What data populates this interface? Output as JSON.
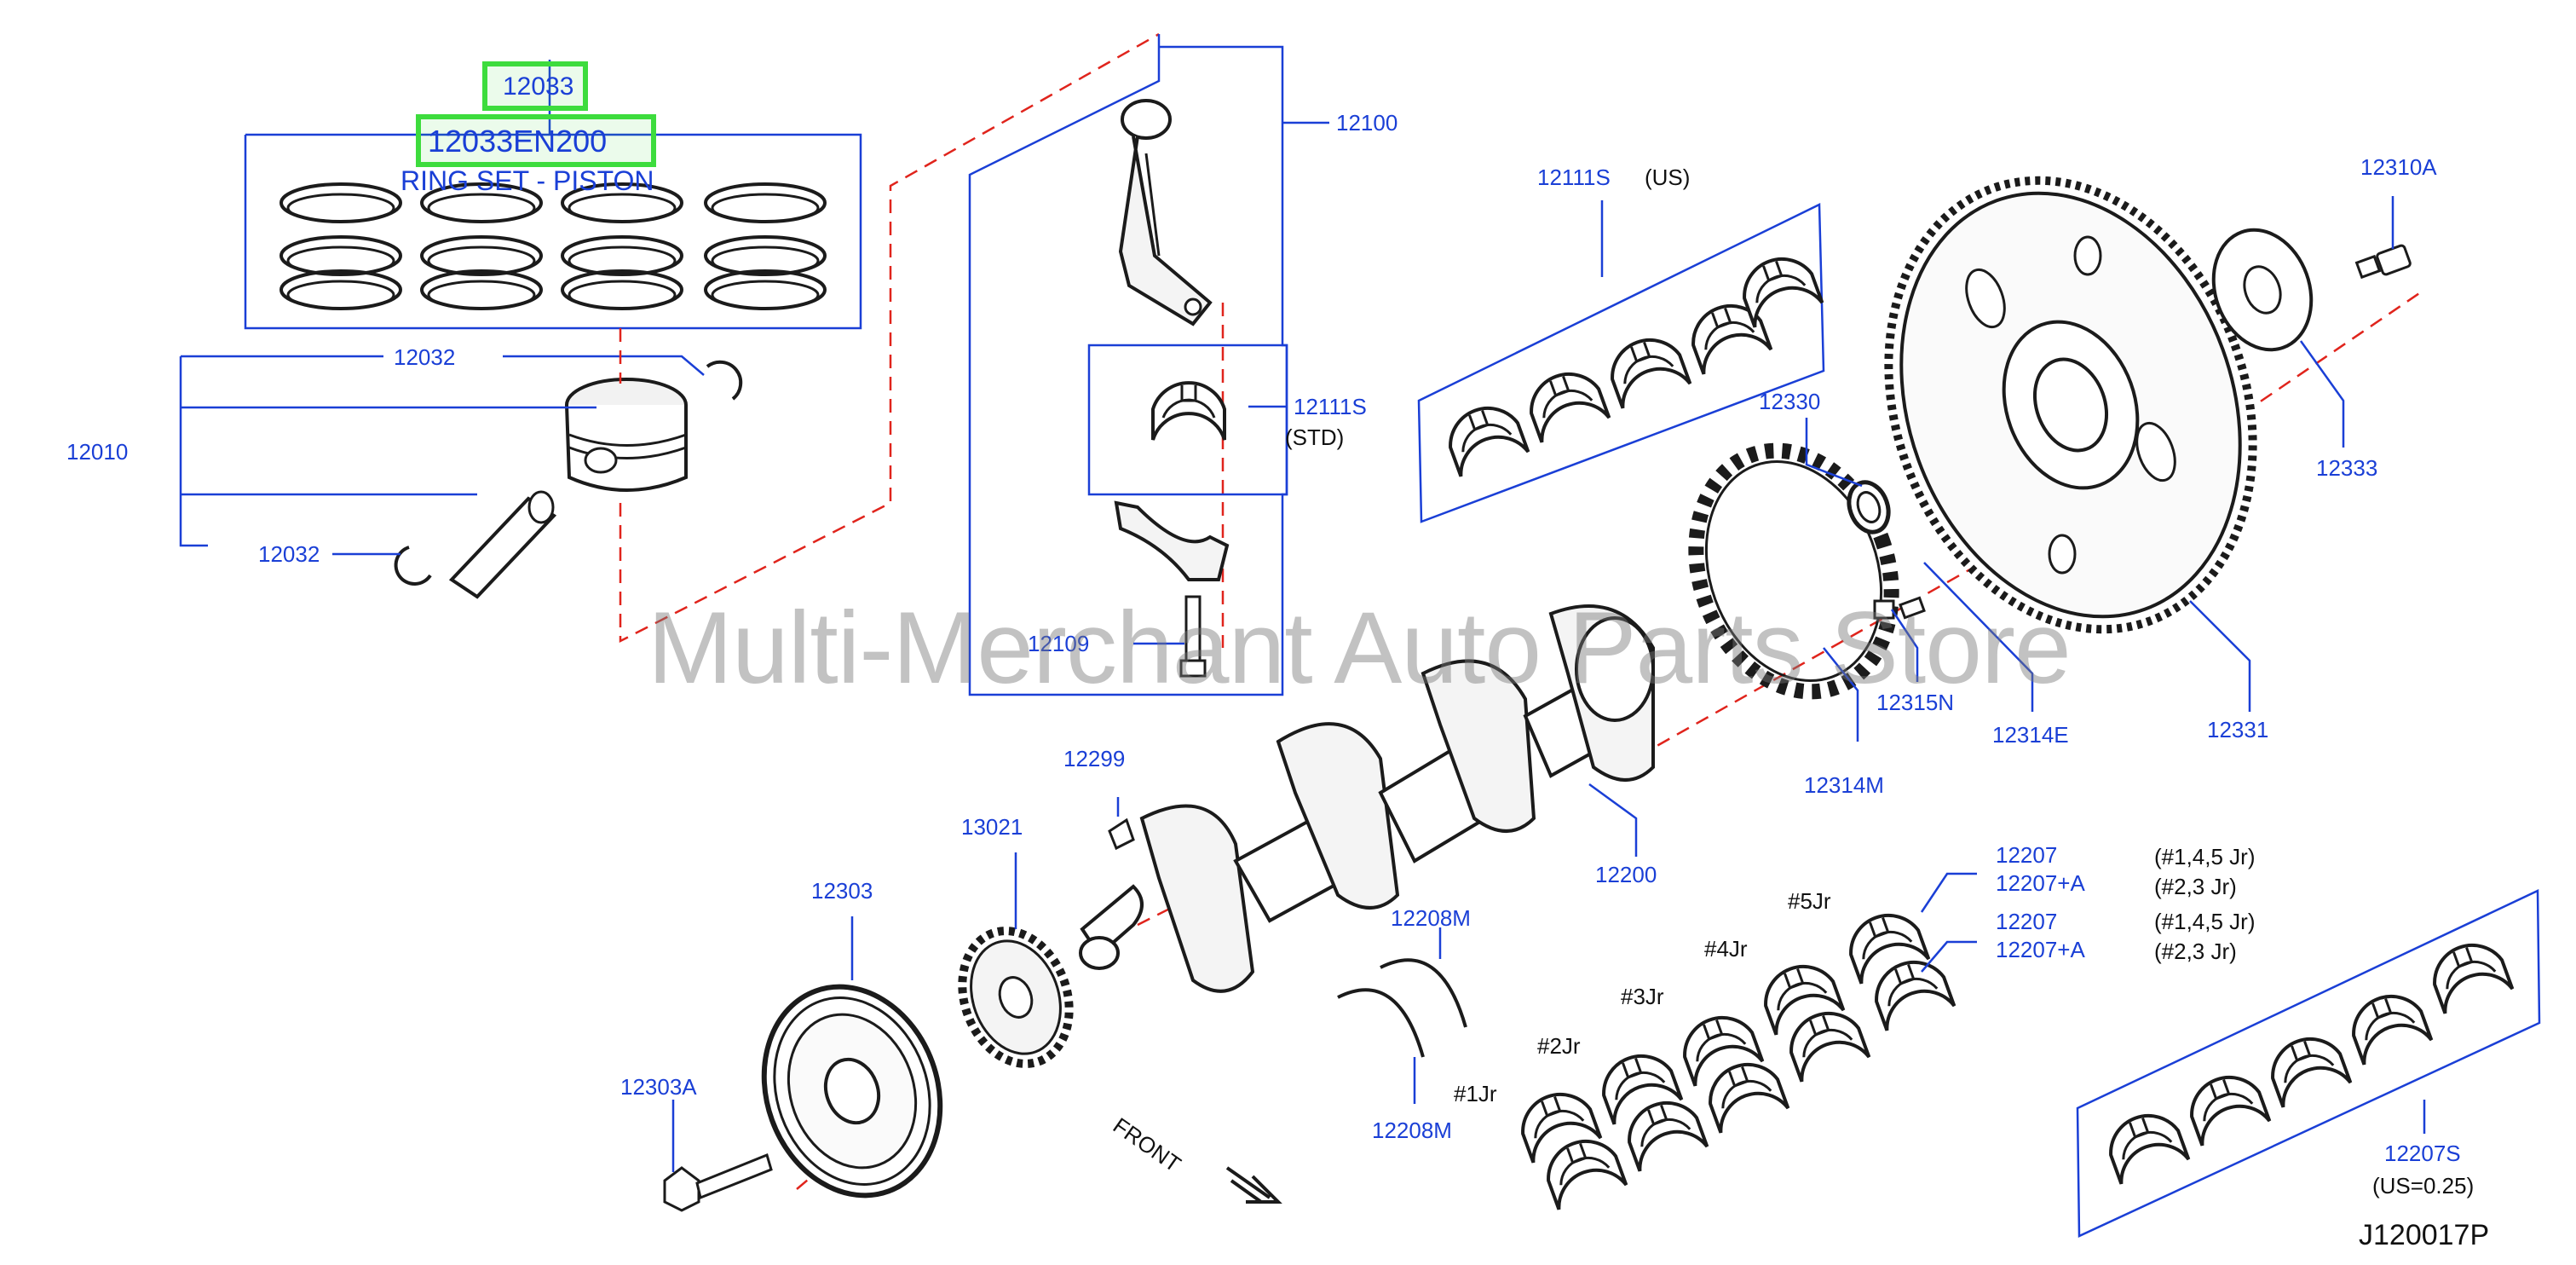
{
  "diagram_code": "J120017P",
  "watermark": "Multi-Merchant Auto Parts Store",
  "front_marker": "FRONT",
  "highlight": {
    "part_number": "12033",
    "sku": "12033EN200",
    "description": "RING SET - PISTON"
  },
  "callouts": {
    "c12032_top": "12032",
    "c12010": "12010",
    "c12032_bot": "12032",
    "c12100": "12100",
    "c12111s_std": "12111S",
    "std_note": "(STD)",
    "c12109": "12109",
    "c12111s_us": "12111S",
    "us_note": "(US)",
    "c12310a": "12310A",
    "c12333": "12333",
    "c12330": "12330",
    "c12331": "12331",
    "c12315n": "12315N",
    "c12314e": "12314E",
    "c12314m": "12314M",
    "c12200": "12200",
    "c12299": "12299",
    "c13021": "13021",
    "c12303": "12303",
    "c12303a": "12303A",
    "c12208m_top": "12208M",
    "c12208m_bot": "12208M",
    "c12207_a": "12207",
    "c12207pa_a": "12207+A",
    "c12207_b": "12207",
    "c12207pa_b": "12207+A",
    "c12207s": "12207S",
    "us025_note": "(US=0.25)"
  },
  "journal_notes": {
    "jr_145_a": "(#1,4,5   Jr)",
    "jr_23_a": "(#2,3   Jr)",
    "jr_145_b": "(#1,4,5   Jr)",
    "jr_23_b": "(#2,3   Jr)",
    "j1": "#1Jr",
    "j2": "#2Jr",
    "j3": "#3Jr",
    "j4": "#4Jr",
    "j5": "#5Jr"
  },
  "colors": {
    "callout_text": "#1a3fd6",
    "leader_line": "#1a3fd6",
    "centerline": "#e0241c",
    "highlight_box": "#3ddc3d",
    "drawing": "#1b1b1b"
  }
}
